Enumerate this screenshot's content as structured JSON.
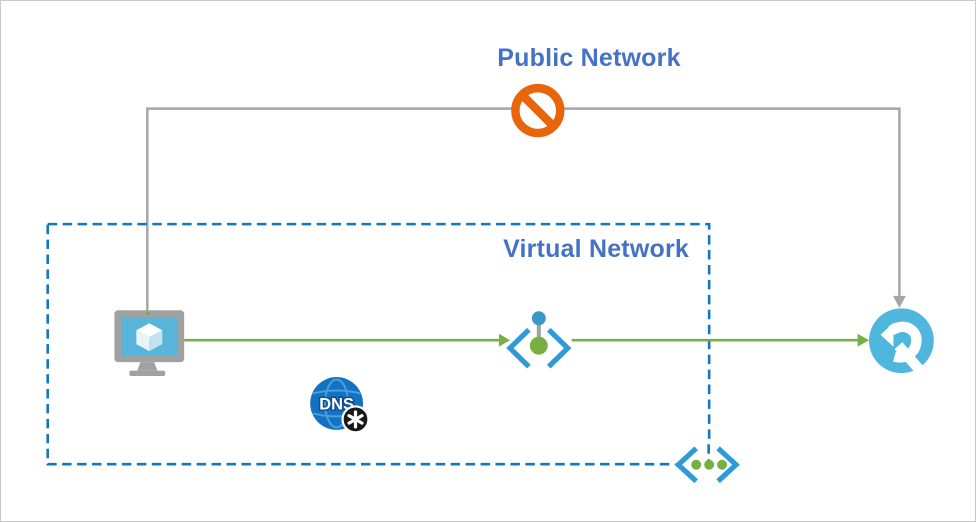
{
  "labels": {
    "public_network": "Public Network",
    "virtual_network": "Virtual Network",
    "dns": "DNS"
  },
  "colors": {
    "label_blue": "#4472C4",
    "vnet_border_blue": "#1277BF",
    "connector_gray": "#A6A6A6",
    "flow_green": "#76B043",
    "blocked_orange": "#E8650C",
    "relay_blue": "#4FB6DE",
    "endpoint_bracket_blue": "#2E9BD8",
    "endpoint_pin_blue": "#3999C6",
    "dns_globe_blue": "#1372C1",
    "dns_badge_black": "#191919",
    "vm_screen_blue": "#59B4D9",
    "vm_frame_gray": "#A0A1A2"
  },
  "icons": {
    "blocked": "prohibition-icon",
    "vm": "virtual-machine-icon",
    "dns": "private-dns-icon",
    "dns_badge": "asterisk-badge-icon",
    "private_endpoint": "private-endpoint-icon",
    "service_endpoint": "service-endpoint-icon",
    "relay": "relay-icon"
  }
}
